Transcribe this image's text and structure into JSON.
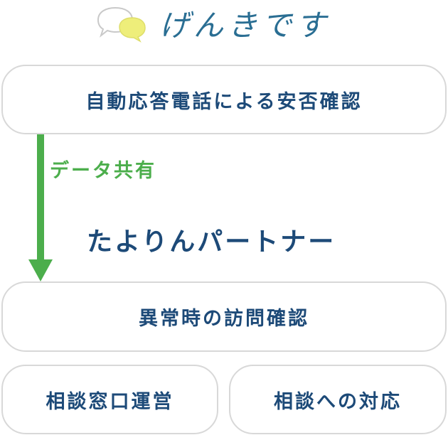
{
  "header": {
    "logo_text": "げんきです",
    "logo_icon": "speech-bubbles-icon"
  },
  "flow": {
    "auto_check": "自動応答電話による安否確認",
    "data_share": "データ共有",
    "partner": "たよりんパートナー",
    "visit_check": "異常時の訪問確認",
    "consult_window": "相談窓口運営",
    "consult_response": "相談への対応"
  },
  "colors": {
    "navy_text": "#1d4a78",
    "green_accent": "#4cae4c",
    "logo_blue": "#2a6e93",
    "bubble_yellow": "#eeee7a",
    "box_border": "#d8d8d8"
  }
}
